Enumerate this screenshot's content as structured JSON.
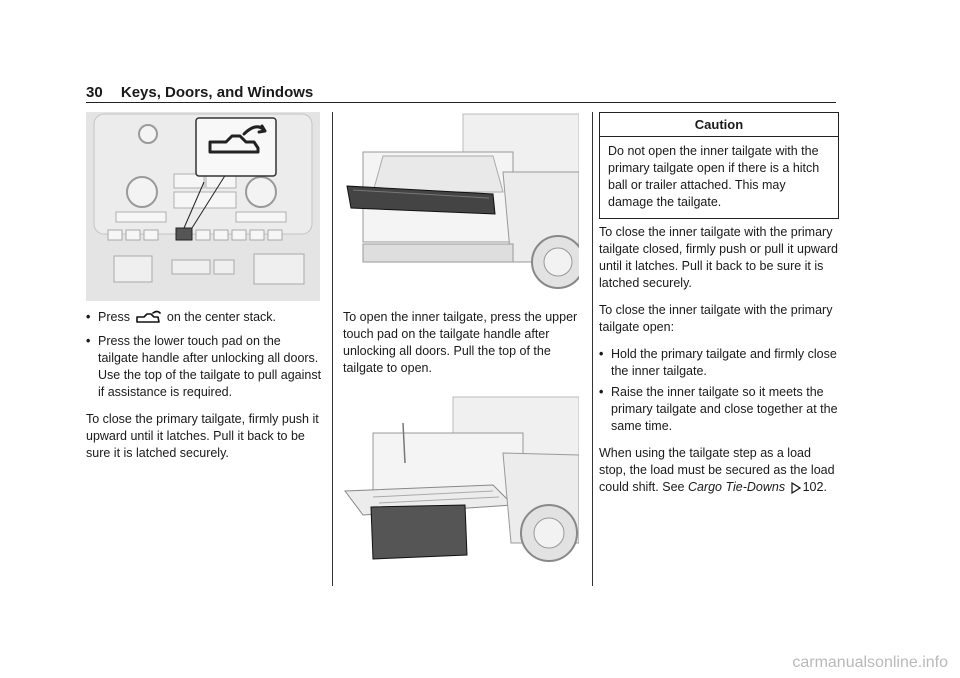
{
  "header": {
    "page_number": "30",
    "section_title": "Keys, Doors, and Windows"
  },
  "col1": {
    "bullet1_before": "Press",
    "bullet1_after": "on the center stack.",
    "bullet2": "Press the lower touch pad on the tailgate handle after unlocking all doors. Use the top of the tailgate to pull against if assistance is required.",
    "para1": "To close the primary tailgate, firmly push it upward until it latches. Pull it back to be sure it is latched securely."
  },
  "col2": {
    "para1": "To open the inner tailgate, press the upper touch pad on the tailgate handle after unlocking all doors. Pull the top of the tailgate to open."
  },
  "caution": {
    "title": "Caution",
    "body": "Do not open the inner tailgate with the primary tailgate open if there is a hitch ball or trailer attached. This may damage the tailgate."
  },
  "col3": {
    "para1": "To close the inner tailgate with the primary tailgate closed, firmly push or pull it upward until it latches. Pull it back to be sure it is latched securely.",
    "para2": "To close the inner tailgate with the primary tailgate open:",
    "bullet1": "Hold the primary tailgate and firmly close the inner tailgate.",
    "bullet2": "Raise the inner tailgate so it meets the primary tailgate and close together at the same time.",
    "para3_before": "When using the tailgate step as a load stop, the load must be secured as the load could shift. See",
    "para3_link": "Cargo Tie-Downs",
    "para3_ref_icon": "page-reference-icon",
    "para3_page": "102."
  },
  "icons": {
    "tailgate_button": "tailgate-open-icon"
  },
  "watermark": "carmanualsonline.info"
}
